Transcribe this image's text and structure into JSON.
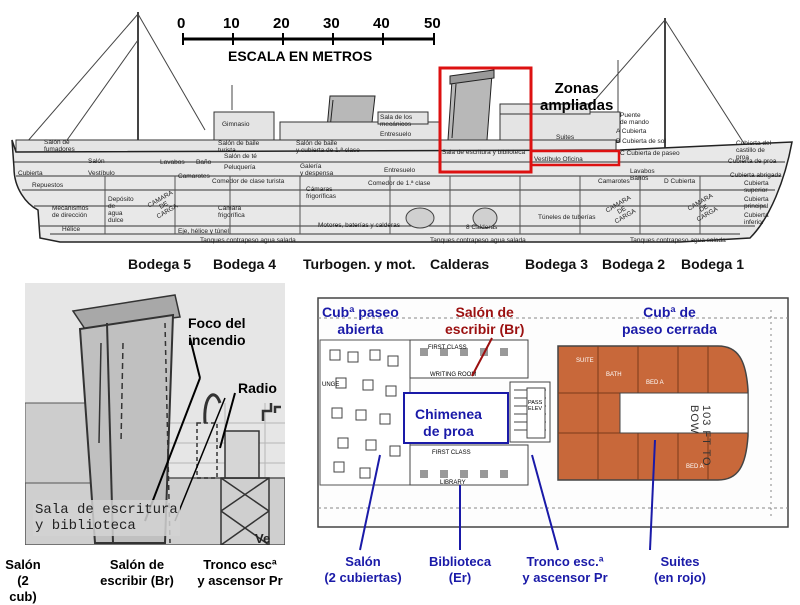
{
  "colors": {
    "highlight_red": "#dd1111",
    "label_blue": "#1a1aa8",
    "label_darkred": "#9b1010",
    "suites_orange": "#c8683a",
    "zoom_bg": "#cfcfcf"
  },
  "scale": {
    "ticks": [
      "0",
      "10",
      "20",
      "30",
      "40",
      "50"
    ],
    "title": "ESCALA EN METROS"
  },
  "top": {
    "zonas_label": "Zonas\nampliadas",
    "interior_labels": {
      "gimnasio": "Gimnasio",
      "salon_baile_turista": "Salón de baile\nturista",
      "salon_te": "Salón de té",
      "peluqueria": "Peluquería",
      "comedor_turista": "Comedor de clase turista",
      "salon_fumadores": "Salón de\nfumadores",
      "salon": "Salón",
      "lavabos": "Lavabos",
      "bano": "Baño",
      "camarotes": "Camarotes",
      "cubierta": "Cubierta",
      "repuestos": "Repuestos",
      "vestibulo": "Vestíbulo",
      "camara_carga": "CAMARA\nDE\nCARGA",
      "camara_frigorifica": "Cámara\nfrigorífica",
      "mecanismos_direccion": "Mecanismos\nde dirección",
      "deposito_agua": "Depósito\nde\nagua\ndulce",
      "helice": "Hélice",
      "eje_helice": "Eje, hélice y túnel",
      "salon_baile_1a": "Salón de baile\ny cubierta de 1.ª clase",
      "sala_mecanicos": "Sala de los\nmecánicos",
      "entresuelo": "Entresuelo",
      "galeria_despensa": "Galería\ny despensa",
      "camaras_frigorificas": "Cámaras\nfrigoríficas",
      "comedor_1a": "Comedor de 1.ª clase",
      "motores": "Motores, baterías y calderas",
      "calderas_8": "8 Calderas",
      "sala_escritura": "Sala de escritura y biblioteca",
      "vestibulo_oficina": "Vestíbulo Oficina",
      "suites": "Suites",
      "puente": "Puente\nde mando",
      "cubierta_a": "A Cubierta",
      "cubierta_b": "B Cubierta de sol",
      "cubierta_c": "C Cubierta de paseo",
      "cubierta_d": "D Cubierta",
      "camarotes_cubierta": "Camarotes",
      "lavabos_banos": "Lavabos\nBaños",
      "tuneles_tuberias": "Túneles de tuberías",
      "cubierta_castillo": "Cubierta del\ncastillo de\nproa",
      "cubierta_proa": "Cubierta de proa",
      "cubierta_abrigada": "Cubierta abrigada",
      "cubierta_superior": "Cubierta\nsuperior",
      "cubierta_principal": "Cubierta\nprincipal",
      "cubierta_inferior": "Cubierta\ninferior",
      "tanques": "Tanques contrapeso agua salada"
    },
    "holds": [
      "Bodega 5",
      "Bodega 4",
      "Turbogen. y mot.",
      "Calderas",
      "Bodega 3",
      "Bodega 2",
      "Bodega 1"
    ]
  },
  "left_panel": {
    "foco": "Foco del\nincendio",
    "radio": "Radio",
    "sala": "Sala de escritura\ny biblioteca",
    "ve": "Ve",
    "captions": [
      "Salón\n(2 cub)",
      "Salón de\nescribir (Br)",
      "Tronco escª\ny ascensor Pr"
    ]
  },
  "right_panel": {
    "cub_abierta": "Cubª paseo\nabierta",
    "salon_escribir": "Salón de\nescribir (Br)",
    "cub_cerrada": "Cubª de\npaseo cerrada",
    "chimenea": "Chimenea\nde proa",
    "small_labels": {
      "first_class_top": "FIRST CLASS",
      "writing_room": "WRITING ROOM",
      "first_class_bottom": "FIRST CLASS",
      "library": "LIBRARY",
      "lounge": "UNGE",
      "pass_elev": "PASS\nELEV",
      "to_bow": "103 FT TO BOW",
      "bed_a": "BED A",
      "bath": "BATH",
      "suite": "SUITE"
    },
    "captions": [
      "Salón\n(2 cubiertas)",
      "Biblioteca\n(Er)",
      "Tronco esc.ª\ny ascensor Pr",
      "Suites\n(en rojo)"
    ]
  }
}
